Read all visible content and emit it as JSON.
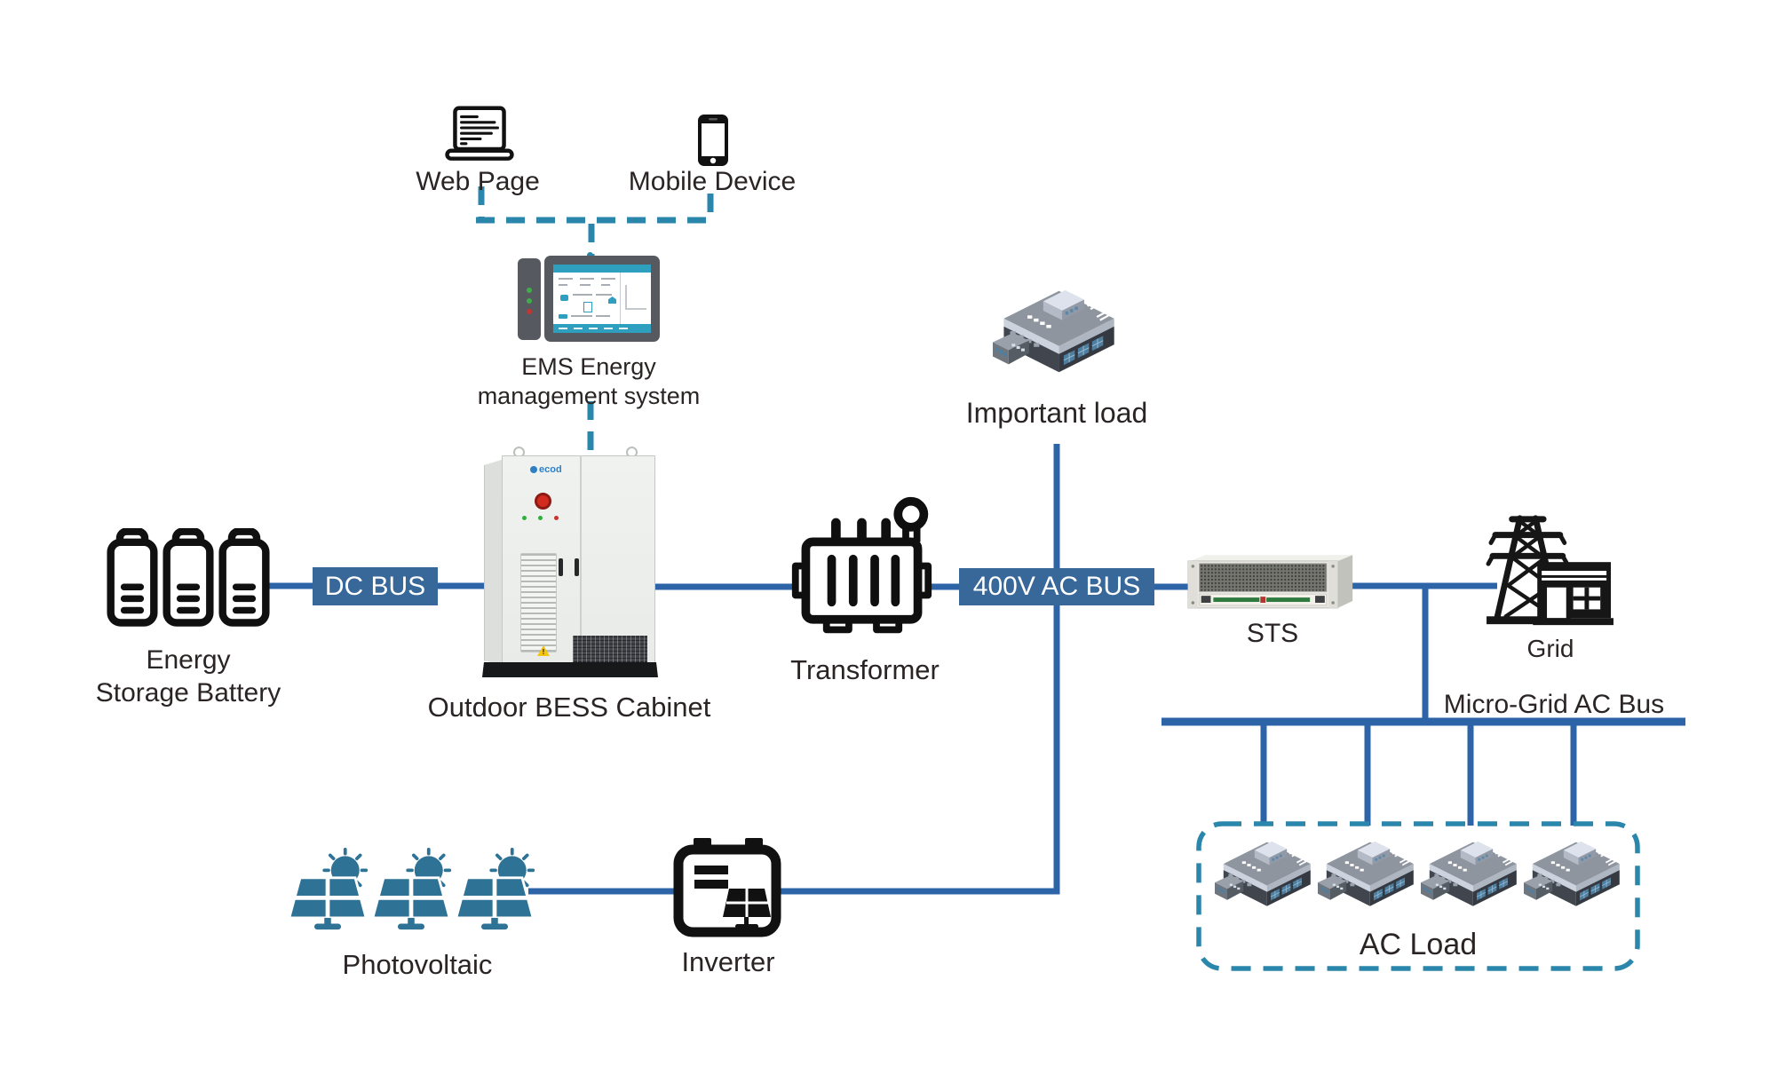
{
  "colors": {
    "line_blue": "#2d64a8",
    "bus_box_blue": "#38689a",
    "dashed_teal": "#2b86ac",
    "pv_teal": "#2e7295",
    "text_dark": "#2a2524"
  },
  "monitoring": {
    "web_page_label": "Web Page",
    "mobile_device_label": "Mobile Device",
    "ems_label": "EMS Energy\nmanagement system"
  },
  "buses": {
    "dc_bus_label": "DC BUS",
    "ac_bus_label": "400V AC BUS",
    "microgrid_bus_label": "Micro-Grid AC Bus"
  },
  "nodes": {
    "battery_label": "Energy\nStorage Battery",
    "cabinet_label": "Outdoor BESS Cabinet",
    "cabinet_logo": "ecod",
    "transformer_label": "Transformer",
    "important_load_label": "Important load",
    "sts_label": "STS",
    "grid_label": "Grid",
    "pv_label": "Photovoltaic",
    "inverter_label": "Inverter",
    "ac_load_label": "AC Load",
    "warning_mark": "!"
  }
}
